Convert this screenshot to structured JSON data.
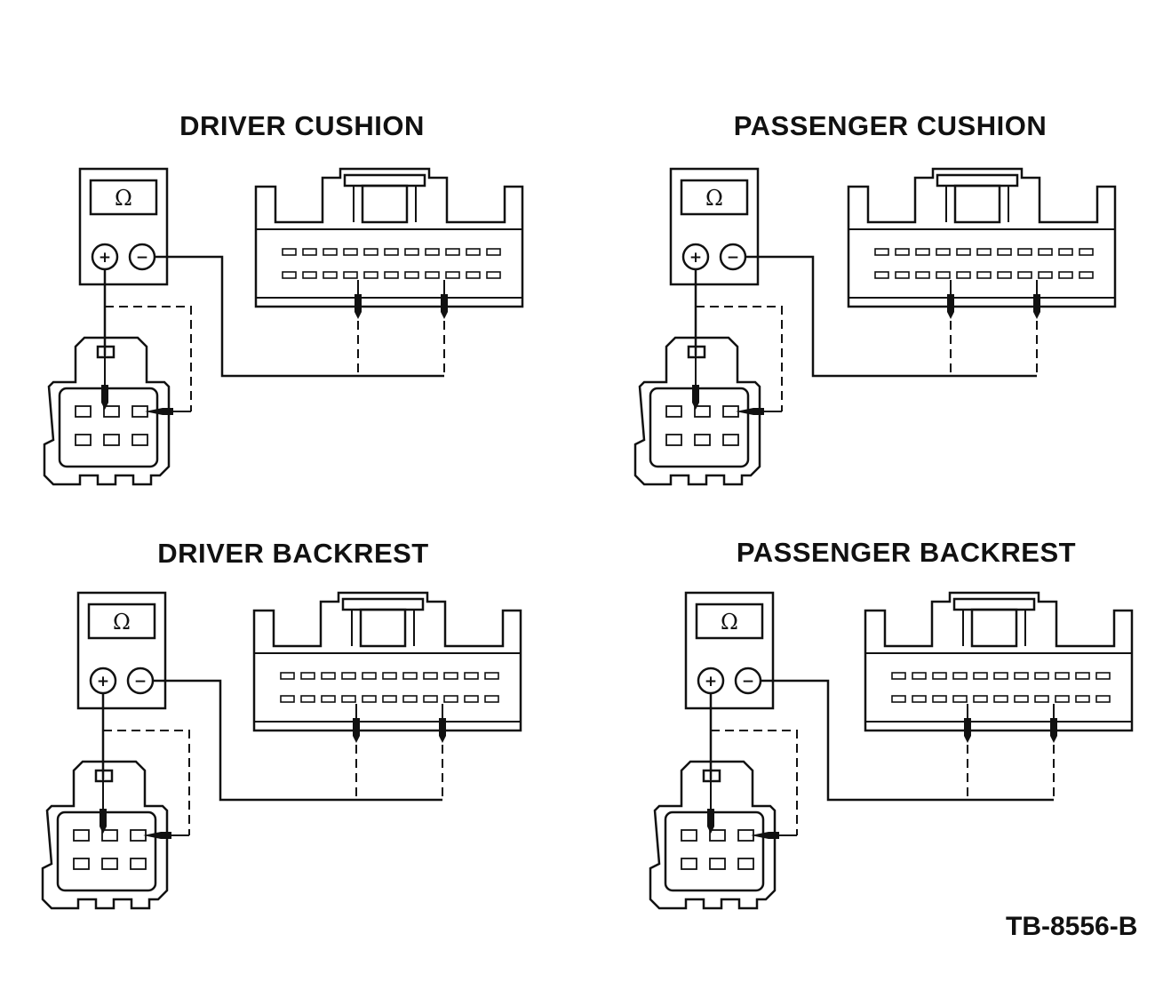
{
  "figure_id": "TB-8556-B",
  "meter": {
    "display_symbol": "Ω",
    "plus_symbol": "+",
    "minus_symbol": "−"
  },
  "panels": [
    {
      "title": "DRIVER CUSHION"
    },
    {
      "title": "PASSENGER CUSHION"
    },
    {
      "title": "DRIVER BACKREST"
    },
    {
      "title": "PASSENGER BACKREST"
    }
  ],
  "colors": {
    "ink": "#111111",
    "paper": "#ffffff"
  }
}
